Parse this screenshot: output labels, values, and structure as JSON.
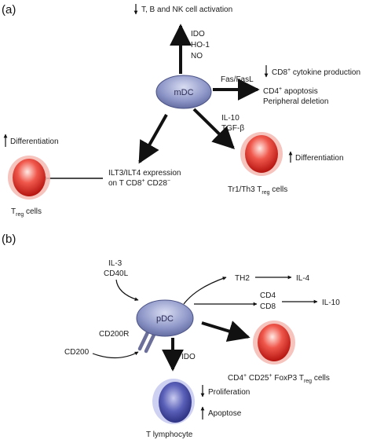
{
  "panel_a": {
    "letter": "(a)",
    "mdc_label": "mDC",
    "top_effect": "T, B and NK cell activation",
    "ido": "IDO",
    "ho1": "HO-1",
    "no": "NO",
    "fas": "Fas/FasL",
    "cd8_prefix": "CD8",
    "cd8_sup": "+",
    "cd8_suffix": " cytokine production",
    "cd4_prefix": "CD4",
    "cd4_sup": "+",
    "cd4_suffix": " apoptosis",
    "peripheral_deletion": "Peripheral deletion",
    "il10": "IL-10",
    "tgfb": "TGF-β",
    "differentiation_right": "Differentiation",
    "tr1_prefix": "Tr1/Th3 T",
    "tr1_sub": "reg",
    "tr1_suffix": " cells",
    "differentiation_left": "Differentiation",
    "ilt_line1": "ILT3/ILT4 expression",
    "ilt_line2_a": "on T CD8",
    "ilt_line2_sup1": "+",
    "ilt_line2_b": " CD28",
    "ilt_line2_sup2": "−",
    "treg_prefix": "T",
    "treg_sub": "reg",
    "treg_suffix": " cells"
  },
  "panel_b": {
    "letter": "(b)",
    "pdc_label": "pDC",
    "il3": "IL-3",
    "cd40l": "CD40L",
    "cd200r": "CD200R",
    "cd200": "CD200",
    "th2": "TH2",
    "il4": "IL-4",
    "cd4": "CD4",
    "cd8": "CD8",
    "il10": "IL-10",
    "ido": "IDO",
    "foxp3_a": "CD4",
    "foxp3_sup1": "+",
    "foxp3_b": " CD25",
    "foxp3_sup2": "+",
    "foxp3_c": " FoxP3 T",
    "foxp3_sub": "reg",
    "foxp3_d": " cells",
    "proliferation": "Proliferation",
    "apoptose": "Apoptose",
    "t_lymphocyte": "T lymphocyte"
  },
  "colors": {
    "dc_fill": "#8e97c8",
    "treg_fill": "#e8413a",
    "lymph_fill": "#4a4fa8"
  }
}
